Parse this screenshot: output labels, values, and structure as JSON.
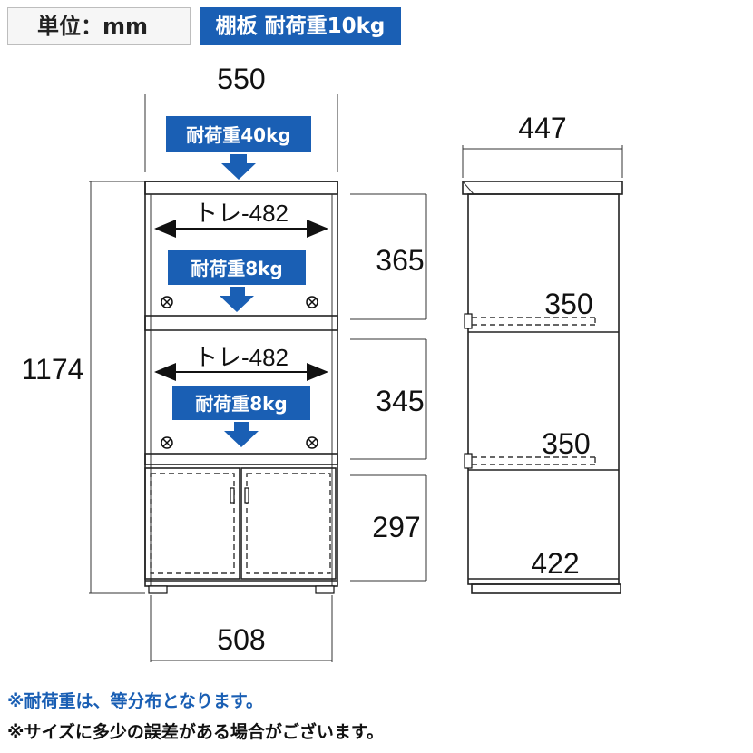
{
  "header": {
    "unit_label": "単位：mm",
    "shelf_load": "棚板 耐荷重10kg"
  },
  "front": {
    "top_width": "550",
    "top_load": "耐荷重40kg",
    "tray_upper": "トレ-482",
    "load_upper": "耐荷重8kg",
    "tray_lower": "トレ-482",
    "load_lower": "耐荷重8kg",
    "height_total": "1174",
    "section_upper": "365",
    "section_middle": "345",
    "section_lower": "297",
    "bottom_width": "508"
  },
  "side": {
    "depth": "447",
    "shelf_upper_depth": "350",
    "shelf_lower_depth": "350",
    "bottom_depth": "422"
  },
  "notes": {
    "line1": "※耐荷重は、等分布となります。",
    "line2": "※サイズに多少の誤差がある場合がございます。"
  },
  "colors": {
    "accent": "#1a5fb4"
  }
}
